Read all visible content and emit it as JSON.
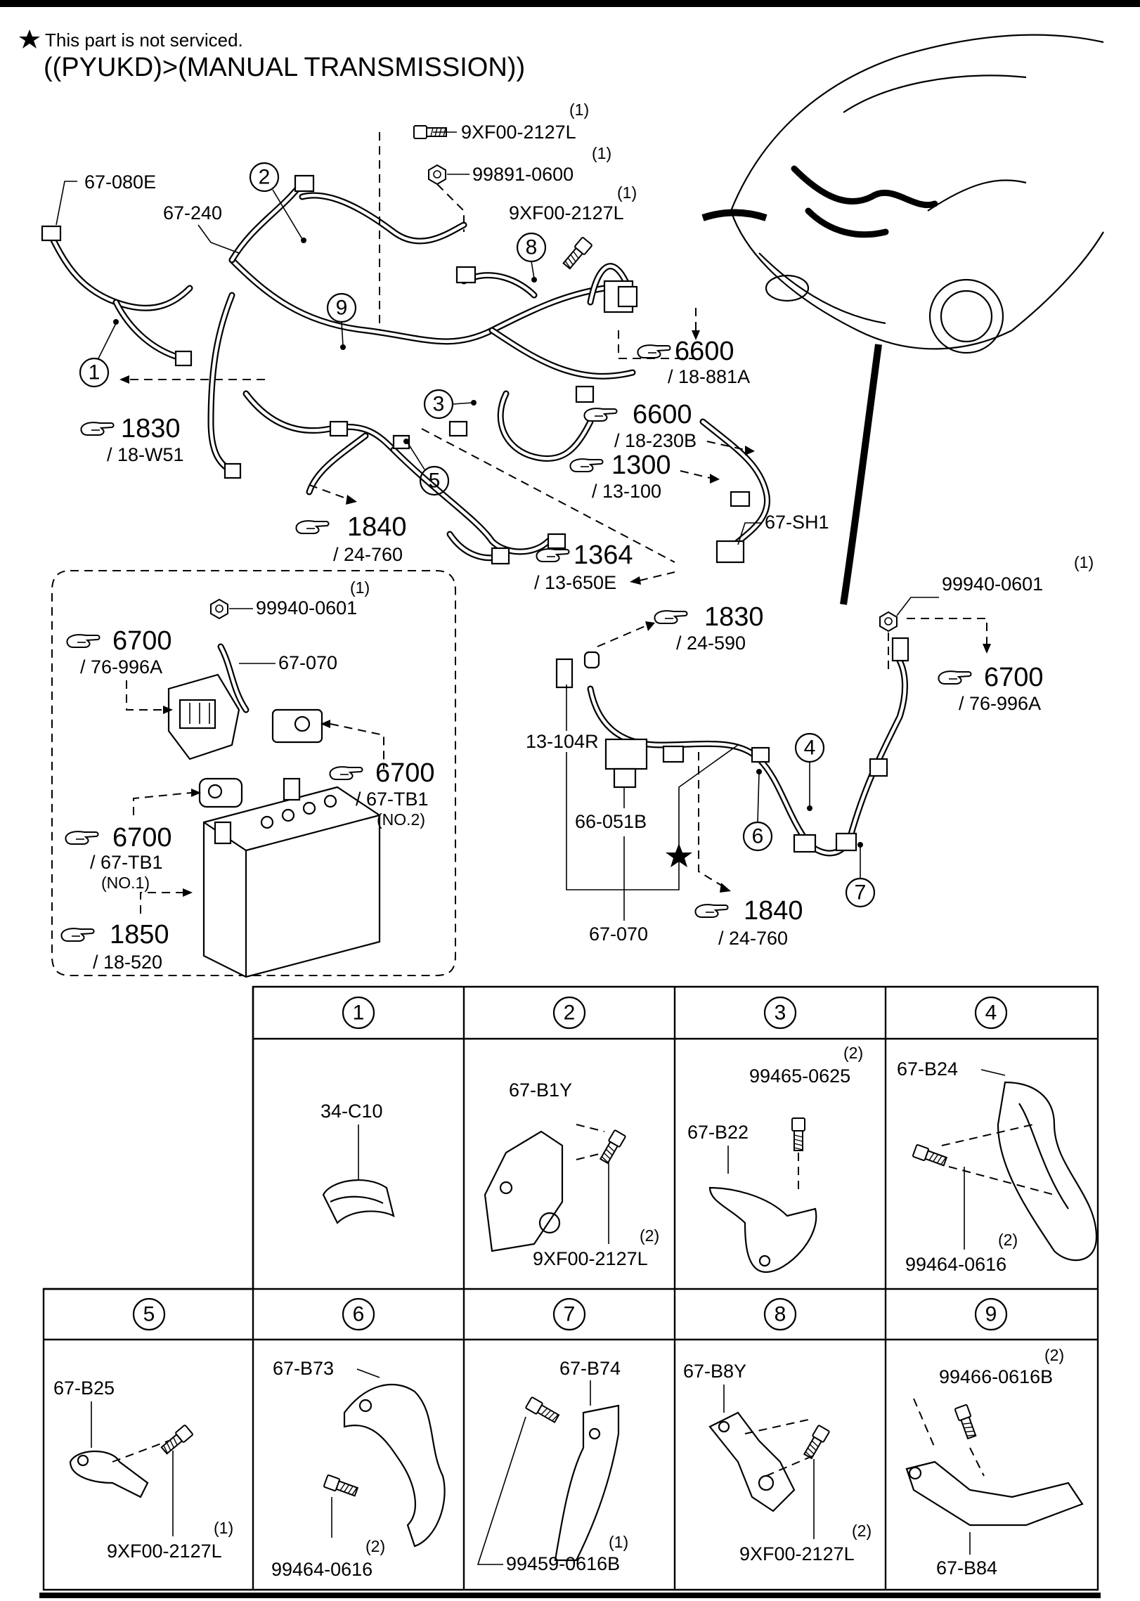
{
  "note": "This part is not serviced.",
  "title": "((PYUKD)>(MANUAL TRANSMISSION))",
  "icons": {
    "star": "star-icon",
    "pointer": "pointing-hand-icon"
  },
  "labels": {
    "bolt_top": "9XF00-2127L",
    "bolt_top_qty": "(1)",
    "nut_top": "99891-0600",
    "nut_top_qty": "(1)",
    "bolt_mid": "9XF00-2127L",
    "bolt_mid_qty": "(1)",
    "harness_080e": "67-080E",
    "harness_240": "67-240",
    "harness_sh1": "67-SH1",
    "nut_battery": "99940-0601",
    "nut_battery_qty": "(1)",
    "cable_070": "67-070",
    "nut_right": "99940-0601",
    "nut_right_qty": "(1)",
    "part_13_104r": "13-104R",
    "part_66_051b": "66-051B",
    "cable_070_b": "67-070"
  },
  "refs": {
    "r6600a": {
      "num": "6600",
      "sub": "/ 18-881A"
    },
    "r1830a": {
      "num": "1830",
      "sub": "/ 18-W51"
    },
    "r6600b": {
      "num": "6600",
      "sub": "/ 18-230B"
    },
    "r1300": {
      "num": "1300",
      "sub": "/ 13-100"
    },
    "r1840a": {
      "num": "1840",
      "sub": "/ 24-760"
    },
    "r1364": {
      "num": "1364",
      "sub": "/ 13-650E"
    },
    "r6700a": {
      "num": "6700",
      "sub": "/ 76-996A"
    },
    "r6700b": {
      "num": "6700",
      "sub": "/ 67-TB1",
      "extra": "(NO.2)"
    },
    "r6700c": {
      "num": "6700",
      "sub": "/ 67-TB1",
      "extra": "(NO.1)"
    },
    "r1850": {
      "num": "1850",
      "sub": "/ 18-520"
    },
    "r1830b": {
      "num": "1830",
      "sub": "/ 24-590"
    },
    "r6700d": {
      "num": "6700",
      "sub": "/ 76-996A"
    },
    "r1840b": {
      "num": "1840",
      "sub": "/ 24-760"
    }
  },
  "callouts": [
    "1",
    "2",
    "3",
    "4",
    "5",
    "6",
    "7",
    "8",
    "9"
  ],
  "table": {
    "cells": [
      {
        "num": "1",
        "parts": [
          {
            "label": "34-C10"
          }
        ]
      },
      {
        "num": "2",
        "parts": [
          {
            "label": "67-B1Y"
          },
          {
            "label": "9XF00-2127L",
            "qty": "(2)"
          }
        ]
      },
      {
        "num": "3",
        "parts": [
          {
            "label": "99465-0625",
            "qty": "(2)"
          },
          {
            "label": "67-B22"
          }
        ]
      },
      {
        "num": "4",
        "parts": [
          {
            "label": "67-B24"
          },
          {
            "label": "99464-0616",
            "qty": "(2)"
          }
        ]
      },
      {
        "num": "5",
        "parts": [
          {
            "label": "67-B25"
          },
          {
            "label": "9XF00-2127L",
            "qty": "(1)"
          }
        ]
      },
      {
        "num": "6",
        "parts": [
          {
            "label": "67-B73"
          },
          {
            "label": "99464-0616",
            "qty": "(2)"
          }
        ]
      },
      {
        "num": "7",
        "parts": [
          {
            "label": "67-B74"
          },
          {
            "label": "99459-0616B",
            "qty": "(1)"
          }
        ]
      },
      {
        "num": "8",
        "parts": [
          {
            "label": "67-B8Y"
          },
          {
            "label": "9XF00-2127L",
            "qty": "(2)"
          }
        ]
      },
      {
        "num": "9",
        "parts": [
          {
            "label": "99466-0616B",
            "qty": "(2)"
          },
          {
            "label": "67-B84"
          }
        ]
      }
    ]
  }
}
